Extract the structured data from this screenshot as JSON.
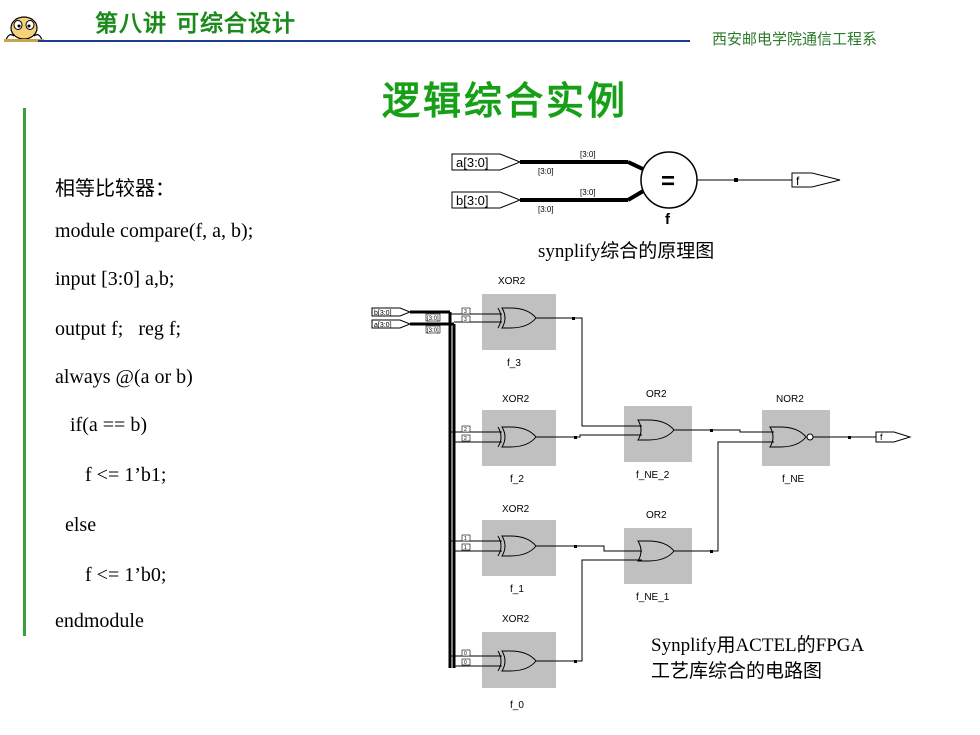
{
  "header": {
    "lecture_title": "第八讲 可综合设计",
    "school": "西安邮电学院通信工程系"
  },
  "slide": {
    "title": "逻辑综合实例"
  },
  "code": {
    "lines": [
      "相等比较器：",
      "module compare(f, a, b);",
      "input [3:0] a,b;",
      "output f;   reg f;",
      "always @(a or b)",
      "   if(a == b)",
      "      f <= 1’b1;",
      "  else",
      "      f <= 1’b0;",
      "endmodule"
    ]
  },
  "schematic1": {
    "port_a": "a[3:0]",
    "port_b": "b[3:0]",
    "bus_a_label": "[3:0]",
    "bus_a_label2": "[3:0]",
    "bus_b_label": "[3:0]",
    "bus_b_label2": "[3:0]",
    "comparator_symbol": "=",
    "comparator_name": "f",
    "output_port": "f",
    "caption": "synplify综合的原理图"
  },
  "schematic2": {
    "in_b": "b[3:0]",
    "in_a": "a[3:0]",
    "in_b_range": "[3:0]",
    "in_a_range": "[3:0]",
    "gates": [
      {
        "type": "XOR2",
        "name": "f_3",
        "pin1": "3",
        "pin2": "3"
      },
      {
        "type": "XOR2",
        "name": "f_2",
        "pin1": "2",
        "pin2": "2"
      },
      {
        "type": "XOR2",
        "name": "f_1",
        "pin1": "1",
        "pin2": "1"
      },
      {
        "type": "XOR2",
        "name": "f_0",
        "pin1": "0",
        "pin2": "0"
      },
      {
        "type": "OR2",
        "name": "f_NE_2"
      },
      {
        "type": "OR2",
        "name": "f_NE_1"
      },
      {
        "type": "NOR2",
        "name": "f_NE"
      }
    ],
    "output_port": "f",
    "caption_line1": "Synplify用ACTEL的FPGA",
    "caption_line2": "工艺库综合的电路图"
  }
}
